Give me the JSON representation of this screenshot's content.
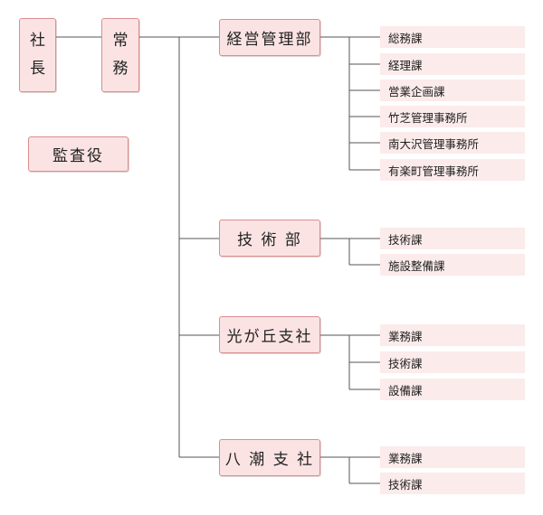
{
  "president": [
    "社",
    "長"
  ],
  "managing_director": [
    "常",
    "務"
  ],
  "auditor": "監査役",
  "departments": [
    {
      "name": "経営管理部",
      "sections": [
        "総務課",
        "経理課",
        "営業企画課",
        "竹芝管理事務所",
        "南大沢管理事務所",
        "有楽町管理事務所"
      ]
    },
    {
      "name": "技 術 部",
      "sections": [
        "技術課",
        "施設整備課"
      ]
    },
    {
      "name": "光が丘支社",
      "sections": [
        "業務課",
        "技術課",
        "設備課"
      ]
    },
    {
      "name": "八 潮 支 社",
      "sections": [
        "業務課",
        "技術課"
      ]
    }
  ],
  "colors": {
    "box_fill": "#fbe3e3",
    "box_border": "#d98f8f",
    "section_fill": "#fcebeb",
    "line": "#555555"
  }
}
